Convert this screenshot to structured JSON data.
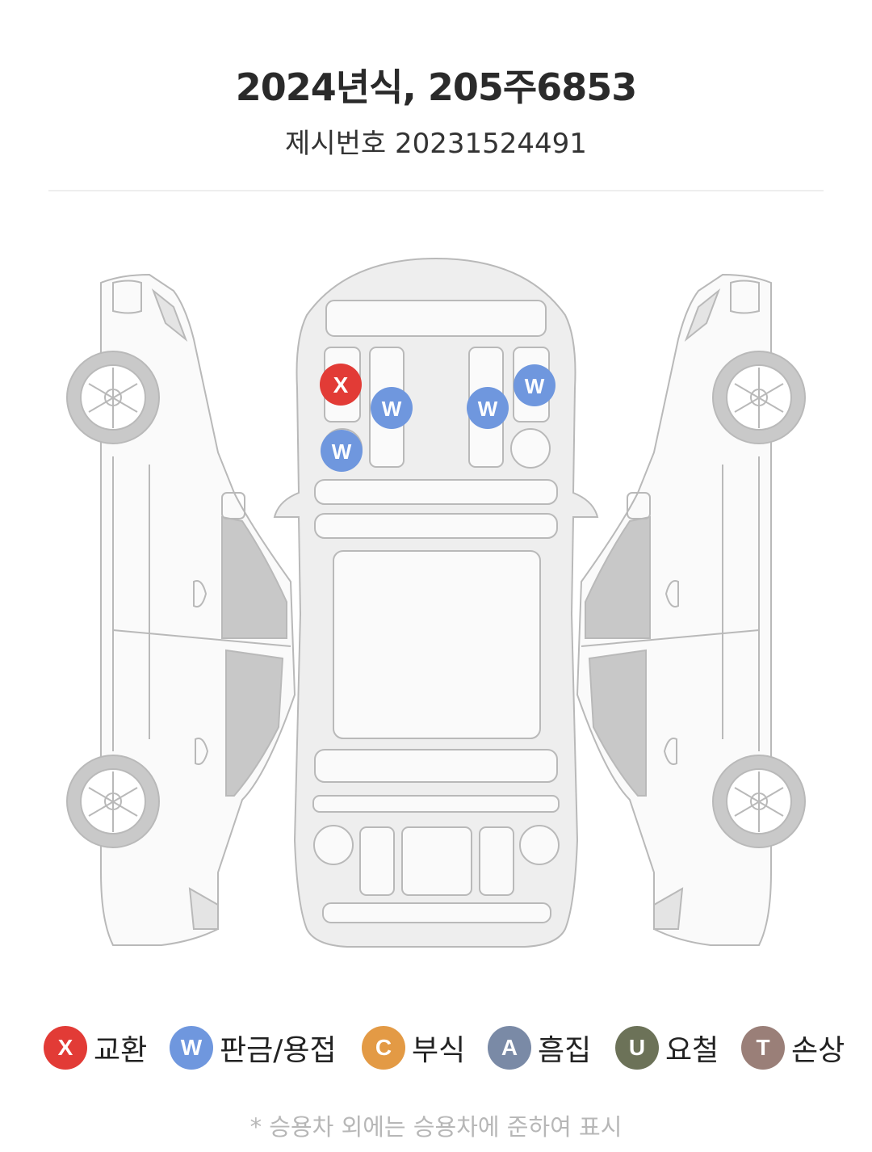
{
  "header": {
    "title": "2024년식, 205주6853",
    "subtitle": "제시번호 20231524491"
  },
  "markers": [
    {
      "code": "X",
      "type": "교환",
      "color": "#e23b36"
    },
    {
      "code": "W",
      "type": "판금/용접",
      "color": "#6f97de"
    },
    {
      "code": "W",
      "type": "판금/용접",
      "color": "#6f97de"
    },
    {
      "code": "W",
      "type": "판금/용접",
      "color": "#6f97de"
    },
    {
      "code": "W",
      "type": "판금/용접",
      "color": "#6f97de"
    }
  ],
  "legend": [
    {
      "code": "X",
      "label": "교환",
      "color": "#e23b36"
    },
    {
      "code": "W",
      "label": "판금/용접",
      "color": "#6f97de"
    },
    {
      "code": "C",
      "label": "부식",
      "color": "#e39a45"
    },
    {
      "code": "A",
      "label": "흠집",
      "color": "#7a8aa6"
    },
    {
      "code": "U",
      "label": "요철",
      "color": "#6c7258"
    },
    {
      "code": "T",
      "label": "손상",
      "color": "#9a7f78"
    }
  ],
  "footnote": "* 승용차 외에는 승용차에 준하여 표시"
}
